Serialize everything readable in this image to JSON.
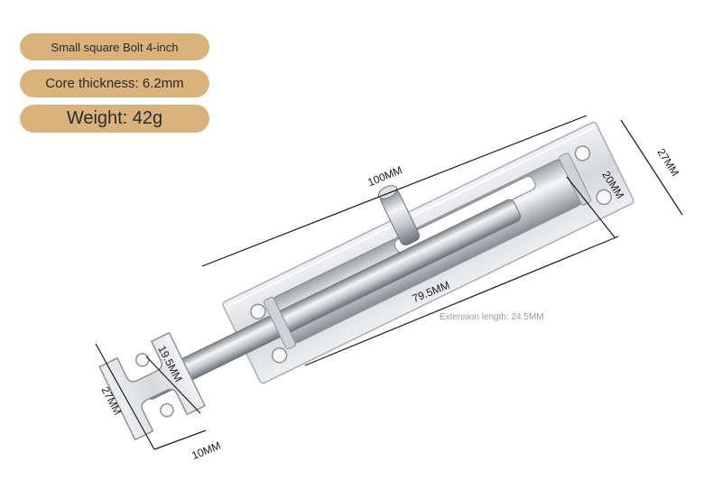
{
  "labels": {
    "title": "Small square Bolt 4-inch",
    "core": "Core thickness: 6.2mm",
    "weight": "Weight: 42g"
  },
  "dimensions": {
    "length": "100MM",
    "plate_height": "27MM",
    "slot_height": "20MM",
    "slot_length": "79.5MM",
    "extension": "Extension length: 24.5MM",
    "keeper_depth": "19.5MM",
    "keeper_height": "27MM",
    "keeper_width": "10MM"
  },
  "colors": {
    "pill": "#d9b27c",
    "metal": "#dcdde0"
  }
}
